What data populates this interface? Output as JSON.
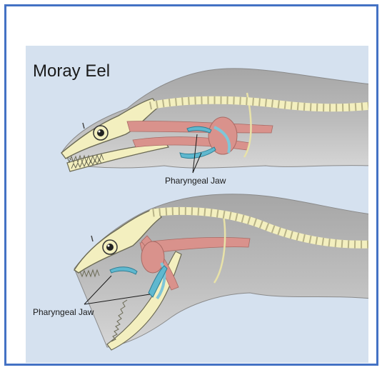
{
  "title": "Moray Eel",
  "labels": {
    "pharyngeal_top": "Pharyngeal Jaw",
    "pharyngeal_bottom": "Pharyngeal Jaw"
  },
  "colors": {
    "frame_border": "#4472c4",
    "panel_bg": "#d5e1ef",
    "eel_body": "#9d9d9d",
    "eel_body_light": "#c9c9c9",
    "bone": "#f3efbf",
    "bone_outline": "#6b6a55",
    "muscle": "#d9928c",
    "pharyngeal_jaw": "#5fb8cf"
  }
}
